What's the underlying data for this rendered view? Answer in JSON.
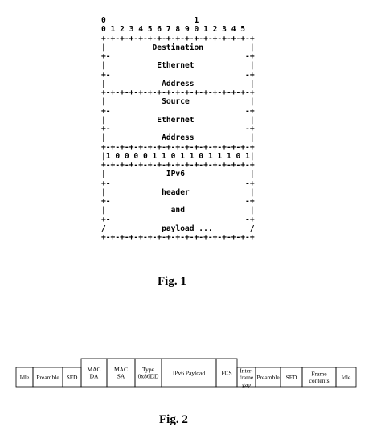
{
  "figure1": {
    "caption": "Fig. 1",
    "lines": [
      "0                   1",
      "0 1 2 3 4 5 6 7 8 9 0 1 2 3 4 5",
      "+-+-+-+-+-+-+-+-+-+-+-+-+-+-+-+-+",
      "|          Destination          |",
      "+-                             -+",
      "|           Ethernet            |",
      "+-                             -+",
      "|            Address            |",
      "+-+-+-+-+-+-+-+-+-+-+-+-+-+-+-+-+",
      "|            Source             |",
      "+-                             -+",
      "|           Ethernet            |",
      "+-                             -+",
      "|            Address            |",
      "+-+-+-+-+-+-+-+-+-+-+-+-+-+-+-+-+",
      "|1 0 0 0 0 1 1 0 1 1 0 1 1 1 0 1|",
      "+-+-+-+-+-+-+-+-+-+-+-+-+-+-+-+-+",
      "|             IPv6              |",
      "+-                             -+",
      "|            header             |",
      "+-                             -+",
      "|              and              |",
      "+-                             -+",
      "/            payload ...        /",
      "+-+-+-+-+-+-+-+-+-+-+-+-+-+-+-+-+"
    ]
  },
  "figure2": {
    "caption": "Fig. 2",
    "cells": [
      {
        "lines": [
          "Idle"
        ],
        "level": "low"
      },
      {
        "lines": [
          "Preamble"
        ],
        "level": "low"
      },
      {
        "lines": [
          "SFD"
        ],
        "level": "low"
      },
      {
        "lines": [
          "MAC",
          "DA"
        ],
        "level": "high"
      },
      {
        "lines": [
          "MAC",
          "SA"
        ],
        "level": "high"
      },
      {
        "lines": [
          "Type",
          "0x86DD"
        ],
        "level": "high"
      },
      {
        "lines": [
          "IPv6 Payload"
        ],
        "level": "high"
      },
      {
        "lines": [
          "FCS"
        ],
        "level": "high"
      },
      {
        "lines": [
          "Inter-",
          "frame",
          "gap"
        ],
        "level": "low"
      },
      {
        "lines": [
          "Preamble"
        ],
        "level": "low"
      },
      {
        "lines": [
          "SFD"
        ],
        "level": "low"
      },
      {
        "lines": [
          "Frame",
          "contents"
        ],
        "level": "low"
      },
      {
        "lines": [
          "Idle"
        ],
        "level": "low"
      }
    ]
  }
}
